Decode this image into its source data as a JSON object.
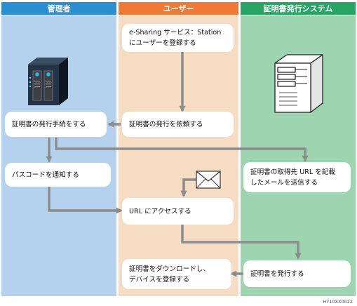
{
  "lanes": {
    "admin": {
      "title": "管理者",
      "header_color": "#2a8fd0",
      "bg_color": "#b4d2ee"
    },
    "user": {
      "title": "ユーザー",
      "header_color": "#ee7a36",
      "bg_color": "#f5dcc3"
    },
    "cert": {
      "title": "証明書発行システム",
      "header_color": "#28a565",
      "bg_color": "#9dd5b0"
    }
  },
  "boxes": {
    "register_user": {
      "line1": "e-Sharing サービス：Station",
      "line2": "にユーザーを登録する"
    },
    "request_issue": {
      "line1": "証明書の発行を依頼する"
    },
    "issue_procedure": {
      "line1": "証明書の発行手続をする"
    },
    "notify_passcode": {
      "line1": "パスコードを通知する"
    },
    "issue_mail": {
      "line1": "証明書の取得先 URL を記載",
      "line2": "したメールを送信する"
    },
    "access_url": {
      "line1": "URL にアクセスする"
    },
    "issue_certificate": {
      "line1": "証明書を発行する"
    },
    "download_cert": {
      "line1": "証明書をダウンロードし、",
      "line2": "デバイスを登録する"
    }
  },
  "icons": [
    "nas-device-icon",
    "server-icon",
    "envelope-icon"
  ],
  "figure_code": "H710XX0022"
}
